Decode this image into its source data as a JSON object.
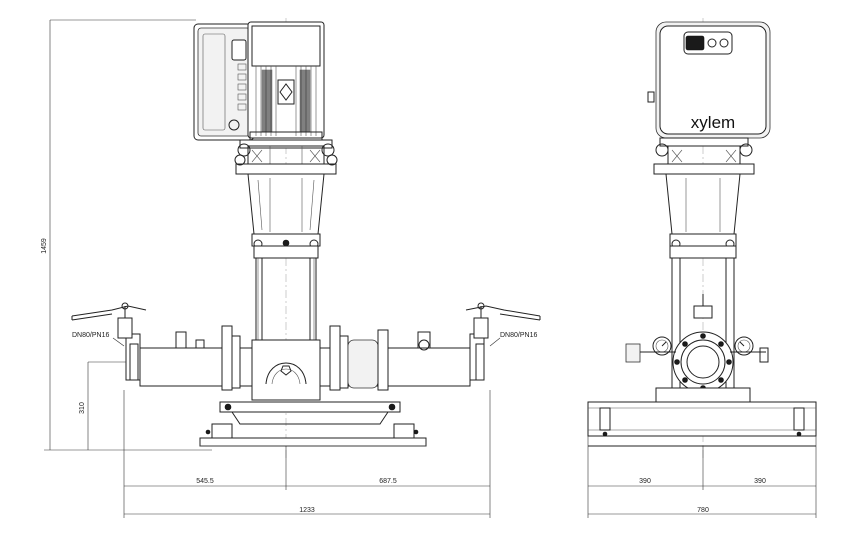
{
  "drawing": {
    "brand_logo": "xylem",
    "flange_left": "DN80/PN16",
    "flange_right": "DN80/PN16",
    "dim_height_total": "1459",
    "dim_height_axis": "310",
    "dim_left": "545.5",
    "dim_right": "687.5",
    "dim_length": "1233",
    "dim_half_left": "390",
    "dim_half_right": "390",
    "dim_width": "780"
  }
}
